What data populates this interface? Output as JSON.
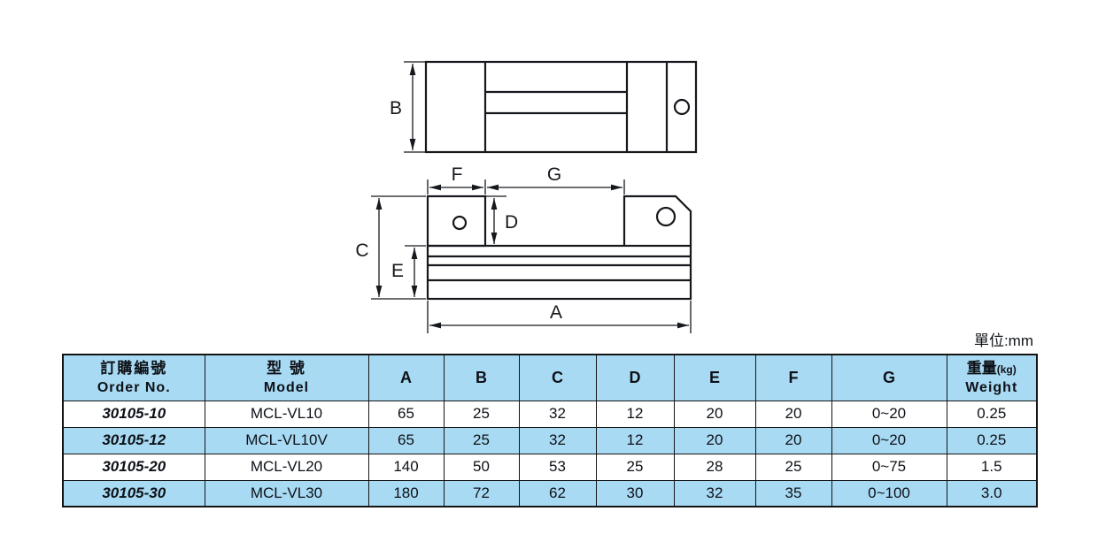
{
  "unit_note": "單位:mm",
  "diagram": {
    "dim_labels": {
      "A": "A",
      "B": "B",
      "C": "C",
      "D": "D",
      "E": "E",
      "F": "F",
      "G": "G"
    }
  },
  "table": {
    "headers": {
      "order_no": {
        "zh": "訂購編號",
        "en": "Order No."
      },
      "model": {
        "zh": "型 號",
        "en": "Model"
      },
      "dims": [
        "A",
        "B",
        "C",
        "D",
        "E",
        "F",
        "G"
      ],
      "weight": {
        "zh": "重量",
        "unit": "(kg)",
        "en": "Weight"
      }
    },
    "rows": [
      {
        "order_no": "30105-10",
        "model": "MCL-VL10",
        "A": "65",
        "B": "25",
        "C": "32",
        "D": "12",
        "E": "20",
        "F": "20",
        "G": "0~20",
        "weight": "0.25"
      },
      {
        "order_no": "30105-12",
        "model": "MCL-VL10V",
        "A": "65",
        "B": "25",
        "C": "32",
        "D": "12",
        "E": "20",
        "F": "20",
        "G": "0~20",
        "weight": "0.25"
      },
      {
        "order_no": "30105-20",
        "model": "MCL-VL20",
        "A": "140",
        "B": "50",
        "C": "53",
        "D": "25",
        "E": "28",
        "F": "25",
        "G": "0~75",
        "weight": "1.5"
      },
      {
        "order_no": "30105-30",
        "model": "MCL-VL30",
        "A": "180",
        "B": "72",
        "C": "62",
        "D": "30",
        "E": "32",
        "F": "35",
        "G": "0~100",
        "weight": "3.0"
      }
    ],
    "colors": {
      "header_bg": "#a9daf3",
      "alt_row_bg": "#a9daf3",
      "border": "#141414",
      "line": "#15181c"
    }
  }
}
